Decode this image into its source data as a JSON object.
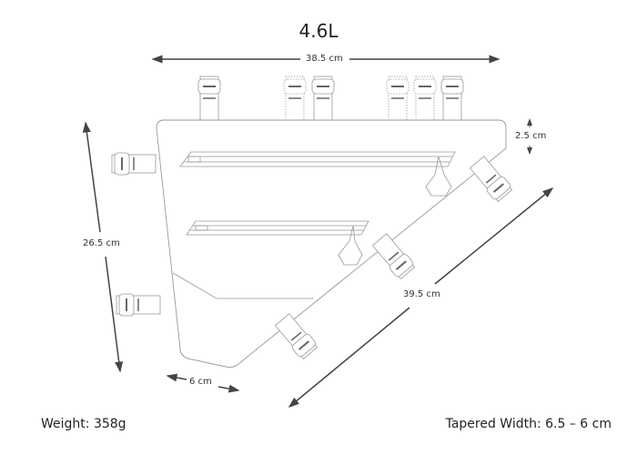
{
  "title": "4.6L",
  "dimensions": {
    "top_length": "38.5 cm",
    "height": "26.5 cm",
    "diagonal": "39.5 cm",
    "taper": "2.5 cm",
    "bottom_width": "6 cm"
  },
  "footer": {
    "weight": "Weight: 358g",
    "tapered_width": "Tapered Width: 6.5 – 6 cm"
  },
  "colors": {
    "line": "#999999",
    "arrow": "#444444"
  }
}
